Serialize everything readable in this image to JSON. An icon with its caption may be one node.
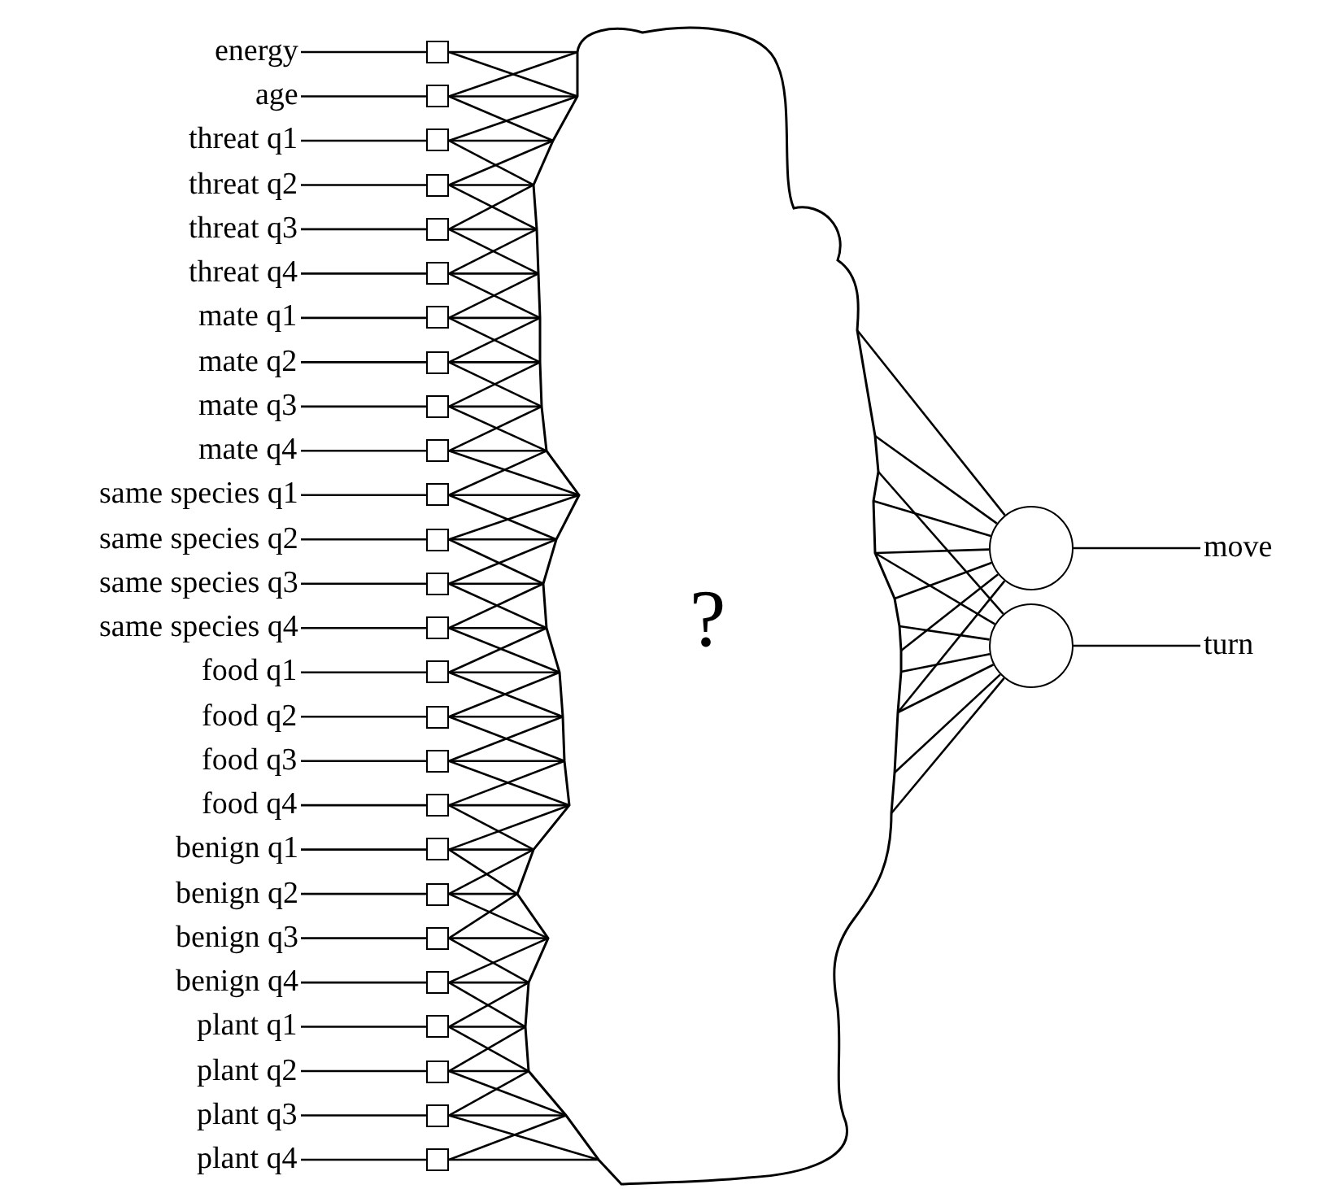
{
  "diagram": {
    "nodes": [
      {
        "text": [
          "energy"
        ]
      },
      {
        "text": [
          "age"
        ]
      },
      {
        "text": [
          "threat q1"
        ]
      },
      {
        "text": [
          "threat q2"
        ]
      },
      {
        "text": [
          "threat q3"
        ]
      },
      {
        "text": [
          "threat q4"
        ]
      },
      {
        "text": [
          "mate q1"
        ]
      },
      {
        "text": [
          "mate q2"
        ]
      },
      {
        "text": [
          "mate q3"
        ]
      },
      {
        "text": [
          "mate q4"
        ]
      },
      {
        "text": [
          "same species q1"
        ]
      },
      {
        "text": [
          "same species q2"
        ]
      },
      {
        "text": [
          "same species q3"
        ]
      },
      {
        "text": [
          "same species q4"
        ]
      },
      {
        "text": [
          "food q1"
        ]
      },
      {
        "text": [
          "food q2"
        ]
      },
      {
        "text": [
          "food q3"
        ]
      },
      {
        "text": [
          "food q4"
        ]
      },
      {
        "text": [
          "benign q1"
        ]
      },
      {
        "text": [
          "benign q2"
        ]
      },
      {
        "text": [
          "benign q3"
        ]
      },
      {
        "text": [
          "benign q4"
        ]
      },
      {
        "text": [
          "plant q1"
        ]
      },
      {
        "text": [
          "plant q2"
        ]
      },
      {
        "text": [
          "plant q3"
        ]
      },
      {
        "text": [
          "plant q4"
        ]
      },
      {
        "text": [],
        "shape": "box"
      },
      {
        "text": [],
        "shape": "box"
      },
      {
        "text": [],
        "shape": "box"
      },
      {
        "text": [],
        "shape": "box"
      },
      {
        "text": [],
        "shape": "box"
      },
      {
        "text": [],
        "shape": "box"
      },
      {
        "text": [],
        "shape": "box"
      },
      {
        "text": [],
        "shape": "box"
      },
      {
        "text": [],
        "shape": "box"
      },
      {
        "text": [],
        "shape": "box"
      },
      {
        "text": [],
        "shape": "box"
      },
      {
        "text": [],
        "shape": "box"
      },
      {
        "text": [],
        "shape": "box"
      },
      {
        "text": [],
        "shape": "box"
      },
      {
        "text": [],
        "shape": "box"
      },
      {
        "text": [],
        "shape": "box"
      },
      {
        "text": [],
        "shape": "box"
      },
      {
        "text": [],
        "shape": "box"
      },
      {
        "text": [],
        "shape": "box"
      },
      {
        "text": [],
        "shape": "box"
      },
      {
        "text": [],
        "shape": "box"
      },
      {
        "text": [],
        "shape": "box"
      },
      {
        "text": [],
        "shape": "box"
      },
      {
        "text": [],
        "shape": "box"
      },
      {
        "text": [],
        "shape": "box"
      },
      {
        "text": [],
        "shape": "box"
      },
      {
        "text": [
          "?"
        ]
      },
      {
        "text": [],
        "shape": "circle"
      },
      {
        "text": [],
        "shape": "circle"
      },
      {
        "text": [
          "move"
        ]
      },
      {
        "text": [
          "turn"
        ]
      }
    ],
    "edges": [
      {
        "from": 0,
        "to": 26,
        "arrow": "none"
      },
      {
        "from": 1,
        "to": 27,
        "arrow": "none"
      },
      {
        "from": 2,
        "to": 28,
        "arrow": "none"
      },
      {
        "from": 3,
        "to": 29,
        "arrow": "none"
      },
      {
        "from": 4,
        "to": 30,
        "arrow": "none"
      },
      {
        "from": 5,
        "to": 31,
        "arrow": "none"
      },
      {
        "from": 6,
        "to": 32,
        "arrow": "none"
      },
      {
        "from": 7,
        "to": 33,
        "arrow": "none"
      },
      {
        "from": 8,
        "to": 34,
        "arrow": "none"
      },
      {
        "from": 9,
        "to": 35,
        "arrow": "none"
      },
      {
        "from": 10,
        "to": 36,
        "arrow": "none"
      },
      {
        "from": 11,
        "to": 37,
        "arrow": "none"
      },
      {
        "from": 12,
        "to": 38,
        "arrow": "none"
      },
      {
        "from": 13,
        "to": 39,
        "arrow": "none"
      },
      {
        "from": 14,
        "to": 40,
        "arrow": "none"
      },
      {
        "from": 15,
        "to": 41,
        "arrow": "none"
      },
      {
        "from": 16,
        "to": 42,
        "arrow": "none"
      },
      {
        "from": 17,
        "to": 43,
        "arrow": "none"
      },
      {
        "from": 18,
        "to": 44,
        "arrow": "none"
      },
      {
        "from": 19,
        "to": 45,
        "arrow": "none"
      },
      {
        "from": 20,
        "to": 46,
        "arrow": "none"
      },
      {
        "from": 21,
        "to": 47,
        "arrow": "none"
      },
      {
        "from": 22,
        "to": 48,
        "arrow": "none"
      },
      {
        "from": 23,
        "to": 49,
        "arrow": "none"
      },
      {
        "from": 24,
        "to": 50,
        "arrow": "none"
      },
      {
        "from": 25,
        "to": 51,
        "arrow": "none"
      },
      {
        "from": 26,
        "to": 52,
        "arrow": "none"
      },
      {
        "from": 26,
        "to": 52,
        "arrow": "none"
      },
      {
        "from": 27,
        "to": 52,
        "arrow": "none"
      },
      {
        "from": 27,
        "to": 52,
        "arrow": "none"
      },
      {
        "from": 27,
        "to": 52,
        "arrow": "none"
      },
      {
        "from": 28,
        "to": 52,
        "arrow": "none"
      },
      {
        "from": 28,
        "to": 52,
        "arrow": "none"
      },
      {
        "from": 28,
        "to": 52,
        "arrow": "none"
      },
      {
        "from": 29,
        "to": 52,
        "arrow": "none"
      },
      {
        "from": 29,
        "to": 52,
        "arrow": "none"
      },
      {
        "from": 29,
        "to": 52,
        "arrow": "none"
      },
      {
        "from": 30,
        "to": 52,
        "arrow": "none"
      },
      {
        "from": 30,
        "to": 52,
        "arrow": "none"
      },
      {
        "from": 30,
        "to": 52,
        "arrow": "none"
      },
      {
        "from": 31,
        "to": 52,
        "arrow": "none"
      },
      {
        "from": 31,
        "to": 52,
        "arrow": "none"
      },
      {
        "from": 31,
        "to": 52,
        "arrow": "none"
      },
      {
        "from": 32,
        "to": 52,
        "arrow": "none"
      },
      {
        "from": 32,
        "to": 52,
        "arrow": "none"
      },
      {
        "from": 32,
        "to": 52,
        "arrow": "none"
      },
      {
        "from": 33,
        "to": 52,
        "arrow": "none"
      },
      {
        "from": 33,
        "to": 52,
        "arrow": "none"
      },
      {
        "from": 33,
        "to": 52,
        "arrow": "none"
      },
      {
        "from": 34,
        "to": 52,
        "arrow": "none"
      },
      {
        "from": 34,
        "to": 52,
        "arrow": "none"
      },
      {
        "from": 34,
        "to": 52,
        "arrow": "none"
      },
      {
        "from": 35,
        "to": 52,
        "arrow": "none"
      },
      {
        "from": 35,
        "to": 52,
        "arrow": "none"
      },
      {
        "from": 35,
        "to": 52,
        "arrow": "none"
      },
      {
        "from": 36,
        "to": 52,
        "arrow": "none"
      },
      {
        "from": 36,
        "to": 52,
        "arrow": "none"
      },
      {
        "from": 36,
        "to": 52,
        "arrow": "none"
      },
      {
        "from": 37,
        "to": 52,
        "arrow": "none"
      },
      {
        "from": 37,
        "to": 52,
        "arrow": "none"
      },
      {
        "from": 37,
        "to": 52,
        "arrow": "none"
      },
      {
        "from": 38,
        "to": 52,
        "arrow": "none"
      },
      {
        "from": 38,
        "to": 52,
        "arrow": "none"
      },
      {
        "from": 38,
        "to": 52,
        "arrow": "none"
      },
      {
        "from": 39,
        "to": 52,
        "arrow": "none"
      },
      {
        "from": 39,
        "to": 52,
        "arrow": "none"
      },
      {
        "from": 39,
        "to": 52,
        "arrow": "none"
      },
      {
        "from": 40,
        "to": 52,
        "arrow": "none"
      },
      {
        "from": 40,
        "to": 52,
        "arrow": "none"
      },
      {
        "from": 40,
        "to": 52,
        "arrow": "none"
      },
      {
        "from": 41,
        "to": 52,
        "arrow": "none"
      },
      {
        "from": 41,
        "to": 52,
        "arrow": "none"
      },
      {
        "from": 41,
        "to": 52,
        "arrow": "none"
      },
      {
        "from": 42,
        "to": 52,
        "arrow": "none"
      },
      {
        "from": 42,
        "to": 52,
        "arrow": "none"
      },
      {
        "from": 42,
        "to": 52,
        "arrow": "none"
      },
      {
        "from": 43,
        "to": 52,
        "arrow": "none"
      },
      {
        "from": 43,
        "to": 52,
        "arrow": "none"
      },
      {
        "from": 43,
        "to": 52,
        "arrow": "none"
      },
      {
        "from": 44,
        "to": 52,
        "arrow": "none"
      },
      {
        "from": 44,
        "to": 52,
        "arrow": "none"
      },
      {
        "from": 44,
        "to": 52,
        "arrow": "none"
      },
      {
        "from": 45,
        "to": 52,
        "arrow": "none"
      },
      {
        "from": 45,
        "to": 52,
        "arrow": "none"
      },
      {
        "from": 45,
        "to": 52,
        "arrow": "none"
      },
      {
        "from": 46,
        "to": 52,
        "arrow": "none"
      },
      {
        "from": 46,
        "to": 52,
        "arrow": "none"
      },
      {
        "from": 46,
        "to": 52,
        "arrow": "none"
      },
      {
        "from": 47,
        "to": 52,
        "arrow": "none"
      },
      {
        "from": 47,
        "to": 52,
        "arrow": "none"
      },
      {
        "from": 47,
        "to": 52,
        "arrow": "none"
      },
      {
        "from": 48,
        "to": 52,
        "arrow": "none"
      },
      {
        "from": 48,
        "to": 52,
        "arrow": "none"
      },
      {
        "from": 48,
        "to": 52,
        "arrow": "none"
      },
      {
        "from": 49,
        "to": 52,
        "arrow": "none"
      },
      {
        "from": 49,
        "to": 52,
        "arrow": "none"
      },
      {
        "from": 49,
        "to": 52,
        "arrow": "none"
      },
      {
        "from": 50,
        "to": 52,
        "arrow": "none"
      },
      {
        "from": 50,
        "to": 52,
        "arrow": "none"
      },
      {
        "from": 50,
        "to": 52,
        "arrow": "none"
      },
      {
        "from": 51,
        "to": 52,
        "arrow": "none"
      },
      {
        "from": 51,
        "to": 52,
        "arrow": "none"
      },
      {
        "from": 52,
        "to": 53,
        "arrow": "none"
      },
      {
        "from": 52,
        "to": 53,
        "arrow": "none"
      },
      {
        "from": 52,
        "to": 53,
        "arrow": "none"
      },
      {
        "from": 52,
        "to": 53,
        "arrow": "none"
      },
      {
        "from": 52,
        "to": 53,
        "arrow": "none"
      },
      {
        "from": 52,
        "to": 53,
        "arrow": "none"
      },
      {
        "from": 52,
        "to": 53,
        "arrow": "none"
      },
      {
        "from": 52,
        "to": 54,
        "arrow": "none"
      },
      {
        "from": 52,
        "to": 54,
        "arrow": "none"
      },
      {
        "from": 52,
        "to": 54,
        "arrow": "none"
      },
      {
        "from": 52,
        "to": 54,
        "arrow": "none"
      },
      {
        "from": 52,
        "to": 54,
        "arrow": "none"
      },
      {
        "from": 52,
        "to": 54,
        "arrow": "none"
      },
      {
        "from": 52,
        "to": 54,
        "arrow": "none"
      },
      {
        "from": 53,
        "to": 55,
        "arrow": "none"
      },
      {
        "from": 54,
        "to": 56,
        "arrow": "none"
      }
    ]
  }
}
